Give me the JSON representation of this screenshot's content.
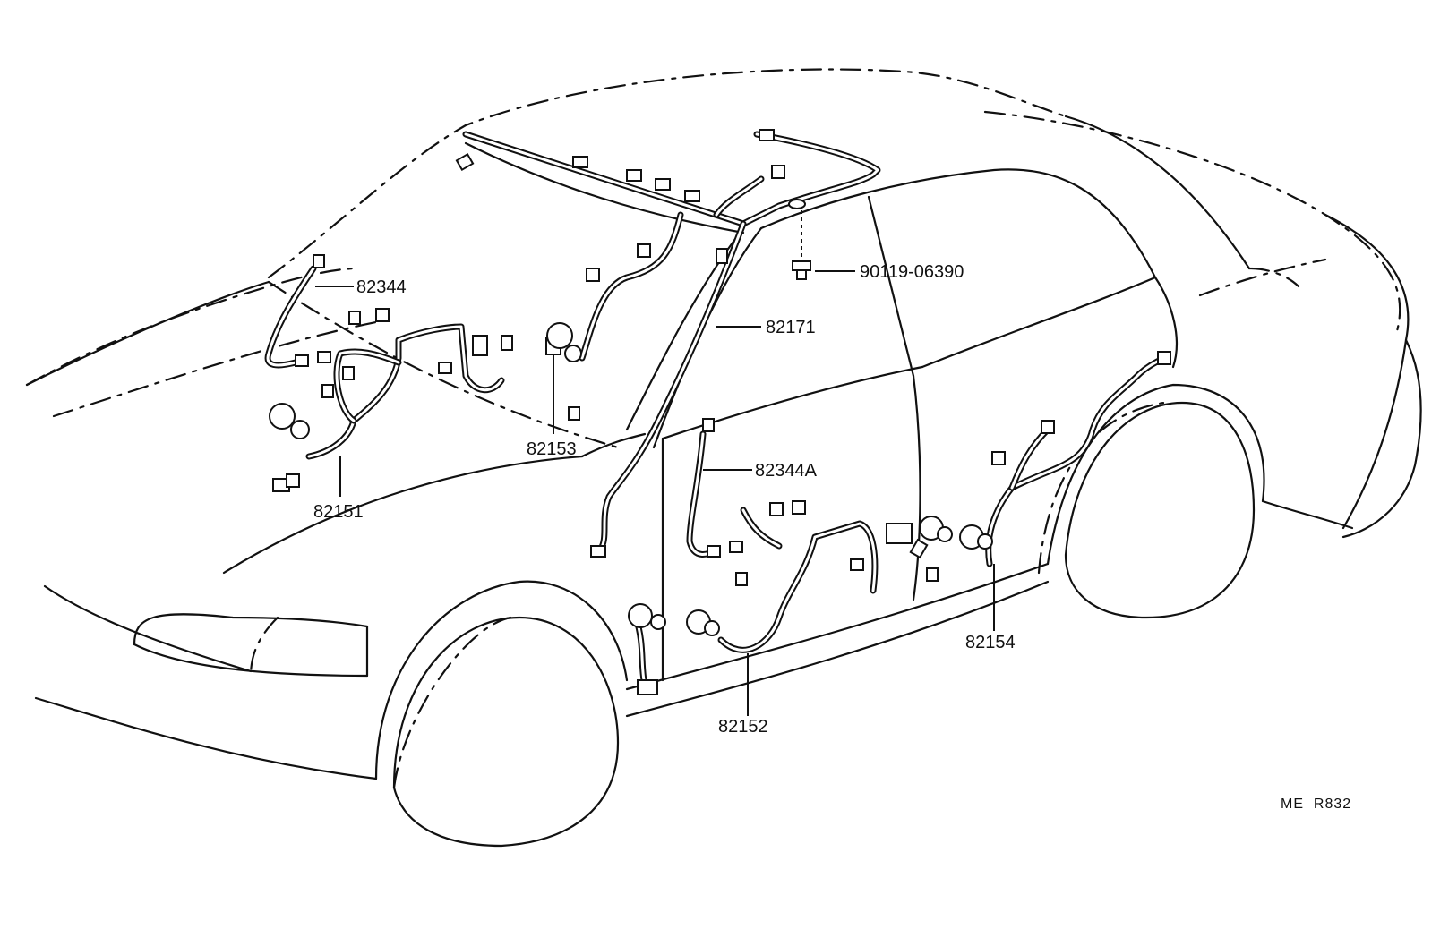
{
  "parts": [
    {
      "id": "82344",
      "label": "82344"
    },
    {
      "id": "82151",
      "label": "82151"
    },
    {
      "id": "82153",
      "label": "82153"
    },
    {
      "id": "82171",
      "label": "82171"
    },
    {
      "id": "90119-06390",
      "label": "90119-06390"
    },
    {
      "id": "82344A",
      "label": "82344A"
    },
    {
      "id": "82152",
      "label": "82152"
    },
    {
      "id": "82154",
      "label": "82154"
    }
  ],
  "reference_code": "ME  R832"
}
